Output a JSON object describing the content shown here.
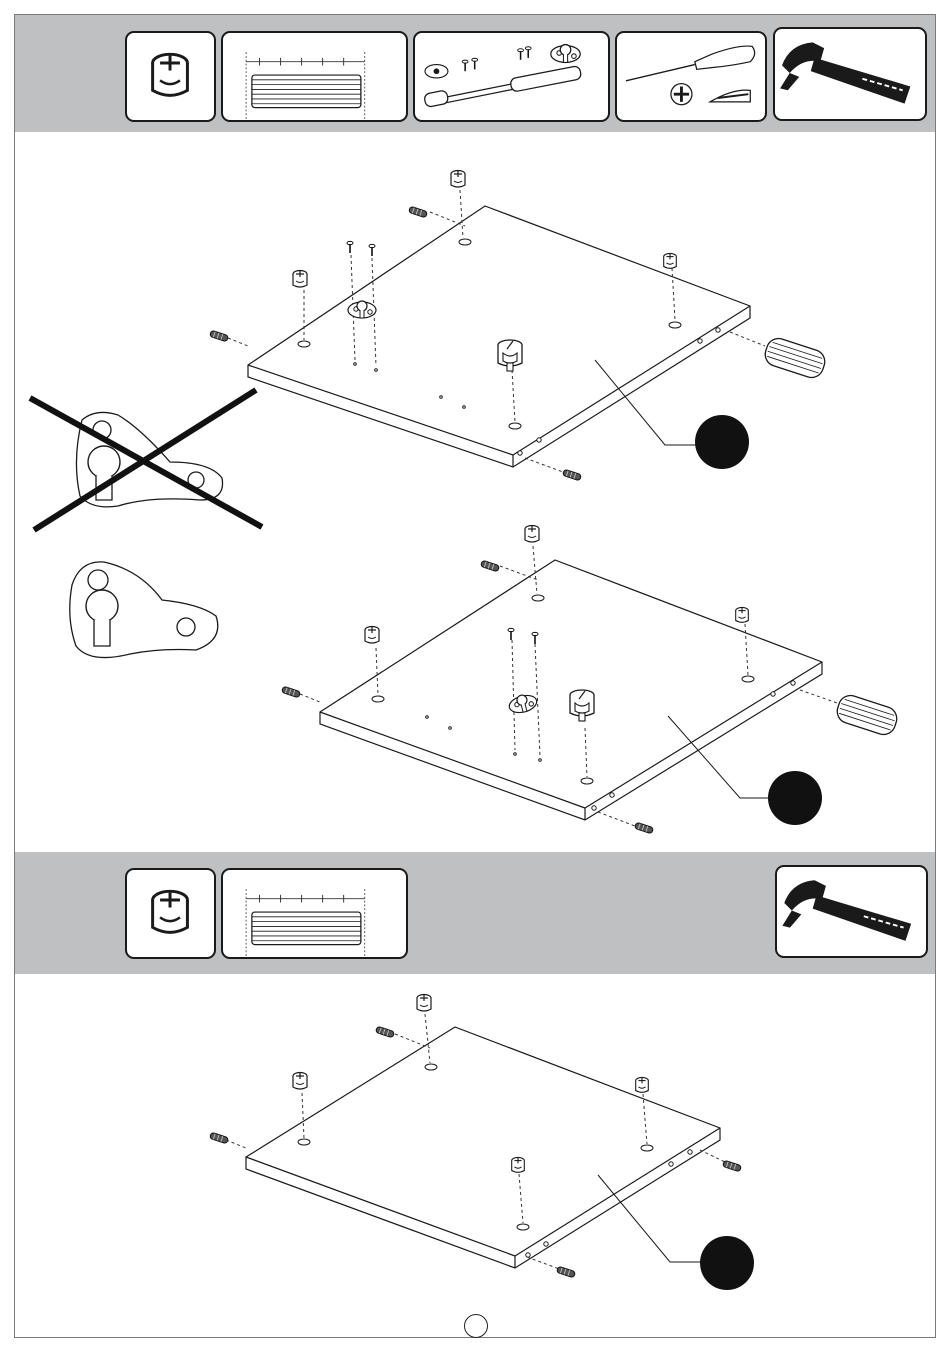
{
  "header_step_1": {
    "tools": [
      {
        "icon": "cam-lock-icon"
      },
      {
        "icon": "wooden-dowel-icon"
      },
      {
        "icon": "gas-strut-kit-icon"
      },
      {
        "icon": "screwdriver-icon"
      },
      {
        "icon": "hammer-icon"
      }
    ]
  },
  "header_step_2": {
    "tools": [
      {
        "icon": "cam-lock-icon"
      },
      {
        "icon": "wooden-dowel-icon"
      },
      {
        "icon": "hammer-icon"
      }
    ]
  },
  "callouts": [
    {
      "icon": "part-callout-marker",
      "fill": "#111111"
    },
    {
      "icon": "part-callout-marker",
      "fill": "#111111"
    },
    {
      "icon": "part-callout-marker",
      "fill": "#111111"
    }
  ],
  "warnings": {
    "incorrect_bracket": {
      "icon": "crossed-out-bracket-icon",
      "cross_color": "#111111"
    },
    "correct_bracket": {
      "icon": "ball-mount-bracket-icon"
    }
  },
  "page_number": "",
  "colors": {
    "band": "#bfc0c2",
    "line": "#1a1a1a",
    "frame": "#7a7a7a"
  }
}
